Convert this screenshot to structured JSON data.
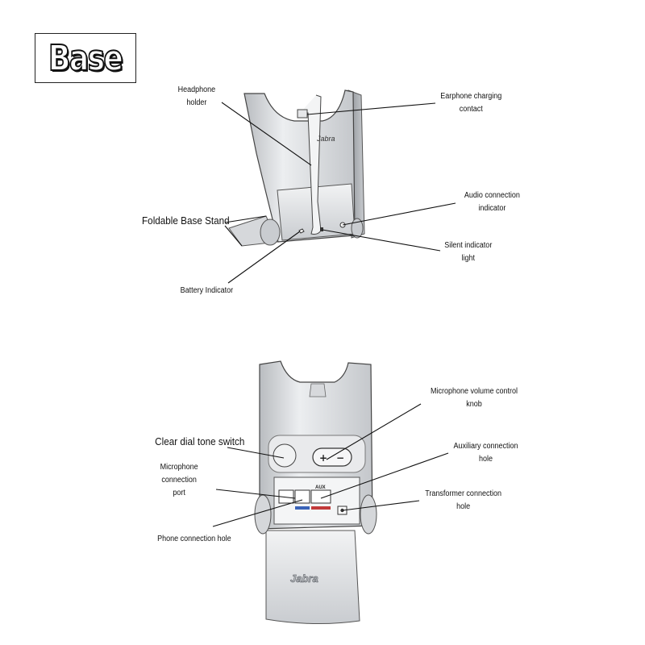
{
  "title": "Base",
  "top_view": {
    "brand": "Jabra",
    "labels": {
      "headphone_holder": [
        "Headphone",
        "holder"
      ],
      "earphone_charging_contact": [
        "Earphone charging",
        "contact"
      ],
      "audio_connection_indicator": [
        "Audio connection",
        "indicator"
      ],
      "foldable_base_stand": [
        "Foldable Base Stand"
      ],
      "silent_indicator_light": [
        "Silent indicator",
        "light"
      ],
      "battery_indicator": [
        "Battery Indicator"
      ]
    }
  },
  "bottom_view": {
    "brand": "Jabra",
    "aux_label": "AUX",
    "labels": {
      "microphone_volume_control_knob": [
        "Microphone volume control",
        "knob"
      ],
      "clear_dial_tone_switch": [
        "Clear dial tone switch"
      ],
      "auxiliary_connection_hole": [
        "Auxiliary connection",
        "hole"
      ],
      "microphone_connection_port": [
        "Microphone",
        "connection",
        "port"
      ],
      "transformer_connection_hole": [
        "Transformer connection",
        "hole"
      ],
      "phone_connection_hole": [
        "Phone connection hole"
      ]
    }
  }
}
